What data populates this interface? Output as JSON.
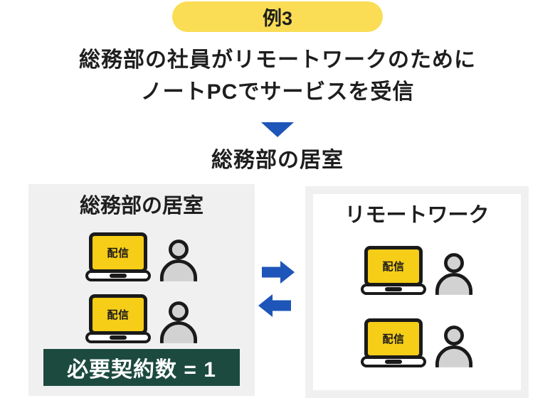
{
  "example_badge": {
    "label": "例3"
  },
  "title": {
    "line1": "総務部の社員がリモートワークのために",
    "line2": "ノートPCでサービスを受信"
  },
  "location_label": "総務部の居室",
  "left_panel": {
    "heading": "総務部の居室",
    "rows": [
      {
        "laptop_label": "配信"
      },
      {
        "laptop_label": "配信"
      }
    ],
    "contract_badge": {
      "label": "必要契約数 = 1"
    }
  },
  "right_panel": {
    "heading": "リモートワーク",
    "rows": [
      {
        "laptop_label": "配信"
      },
      {
        "laptop_label": "配信"
      }
    ]
  },
  "icons": {
    "down_arrow": "flow-arrow-down",
    "exchange_arrows": [
      "arrow-right",
      "arrow-left"
    ],
    "laptop": "laptop-with-broadcast-screen",
    "person": "person-silhouette"
  },
  "colors": {
    "pill_yellow": "#FADD55",
    "laptop_screen_yellow": "#F6CD17",
    "arrow_blue": "#1E55B8",
    "contract_badge_green": "#1C4A3F",
    "panel_gray": "#F0F0F0",
    "panel_border_gray": "#F0F0F0",
    "person_gray": "#D2D2D2",
    "outline_dark": "#1A1A1A",
    "text_dark": "#1E1E1E"
  }
}
